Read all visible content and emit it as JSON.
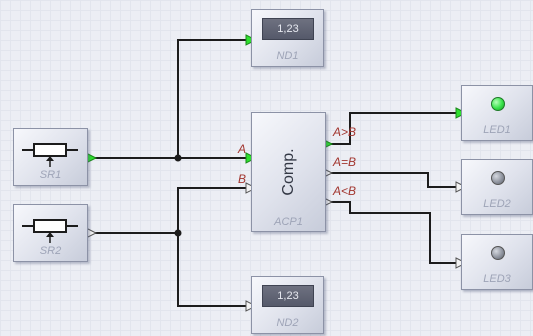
{
  "blocks": {
    "nd1": {
      "label": "ND1",
      "display_value": "1,23"
    },
    "nd2": {
      "label": "ND2",
      "display_value": "1,23"
    },
    "sr1": {
      "label": "SR1"
    },
    "sr2": {
      "label": "SR2"
    },
    "comparator": {
      "label": "ACP1",
      "title": "Comp.",
      "inputs": [
        "A",
        "B"
      ],
      "outputs": [
        "A>B",
        "A=B",
        "A<B"
      ]
    },
    "led1": {
      "label": "LED1",
      "state": "on"
    },
    "led2": {
      "label": "LED2",
      "state": "off"
    },
    "led3": {
      "label": "LED3",
      "state": "off"
    }
  },
  "colors": {
    "active_pin": "#2ee02e",
    "inactive_pin": "#f2f2f2",
    "wire": "#1c1c1c",
    "led_on": "#38e24a",
    "led_off": "#8a8f9a",
    "pin_label": "#a2362f"
  }
}
